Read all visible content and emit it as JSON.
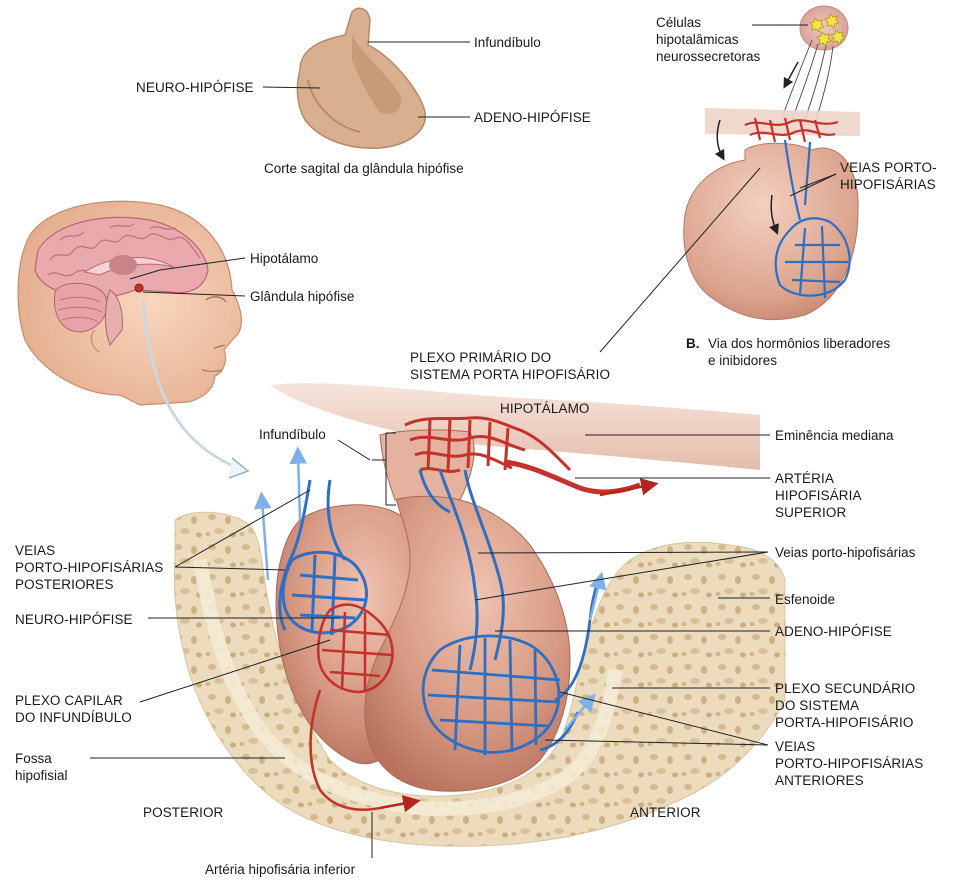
{
  "labels": {
    "infundibulo_top": "Infundíbulo",
    "neuro_top": "NEURO-HIPÓFISE",
    "adeno_top": "ADENO-HIPÓFISE",
    "corte_caption": "Corte sagital da glândula hipófise",
    "hipotalamo_head": "Hipotálamo",
    "glandula_head": "Glândula hipófise",
    "celulas": "Células\nhipotalâmicas\nneurossecretoras",
    "veias_porto_b": "VEIAS PORTO-\nHIPOFISÁRIAS",
    "b_letter": "B.",
    "b_caption": "Via dos hormônios liberadores\ne inibidores",
    "plexo_primario": "PLEXO PRIMÁRIO DO\nSISTEMA PORTA HIPOFISÁRIO",
    "hipotalamo_main": "HIPOTÁLAMO",
    "infundibulo_main": "Infundíbulo",
    "eminencia": "Eminência mediana",
    "arteria_sup": "ARTÉRIA\nHIPOFISÁRIA\nSUPERIOR",
    "veias_post": "VEIAS\nPORTO-HIPOFISÁRIAS\nPOSTERIORES",
    "veias_porto_main": "Veias porto-hipofisárias",
    "esfenoide": "Esfenoide",
    "neuro_main": "NEURO-HIPÓFISE",
    "adeno_main": "ADENO-HIPÓFISE",
    "plexo_capilar": "PLEXO CAPILAR\nDO INFUNDÍBULO",
    "plexo_secundario": "PLEXO SECUNDÁRIO\nDO SISTEMA\nPORTA-HIPOFISÁRIO",
    "fossa": "Fossa\nhipofisial",
    "veias_ant": "VEIAS\nPORTO-HIPOFISÁRIAS\nANTERIORES",
    "posterior": "POSTERIOR",
    "anterior": "ANTERIOR",
    "arteria_inf": "Artéria hipofisária inferior"
  },
  "colors": {
    "artery": "#c4322c",
    "vein": "#2f6fc2",
    "gland": "#d99a85",
    "bone": "#efe0c4",
    "skin": "#f3c7a6"
  }
}
